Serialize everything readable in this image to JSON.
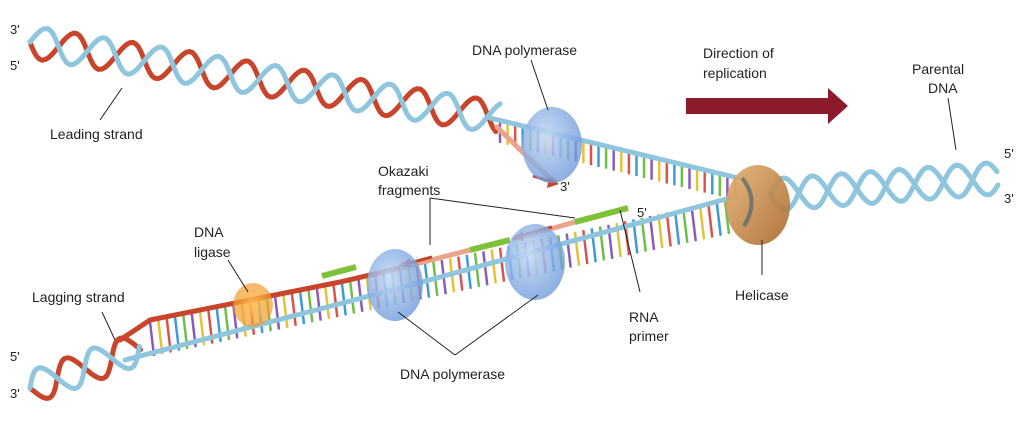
{
  "labels": {
    "leading_strand": "Leading strand",
    "lagging_strand": "Lagging strand",
    "dna_polymerase_top": "DNA polymerase",
    "dna_polymerase_bottom": "DNA polymerase",
    "direction_line1": "Direction of",
    "direction_line2": "replication",
    "parental_line1": "Parental",
    "parental_line2": "DNA",
    "okazaki_line1": "Okazaki",
    "okazaki_line2": "fragments",
    "ligase_line1": "DNA",
    "ligase_line2": "ligase",
    "primer_line1": "RNA",
    "primer_line2": "primer",
    "helicase": "Helicase"
  },
  "ends": {
    "top_left_3": "3'",
    "top_left_5": "5'",
    "bottom_left_5": "5'",
    "bottom_left_3": "3'",
    "right_5": "5'",
    "right_3": "3'",
    "leading_tip_3": "3'",
    "lagging_primer_5": "5'"
  },
  "colors": {
    "parental_strand": "#8fc6de",
    "new_strand": "#c8442a",
    "new_strand_light": "#e9a48b",
    "primer": "#7ec23a",
    "polymerase": "#6e9fe0",
    "ligase": "#f5a623",
    "helicase": "#c8853a",
    "direction_arrow": "#8b1a2c"
  }
}
